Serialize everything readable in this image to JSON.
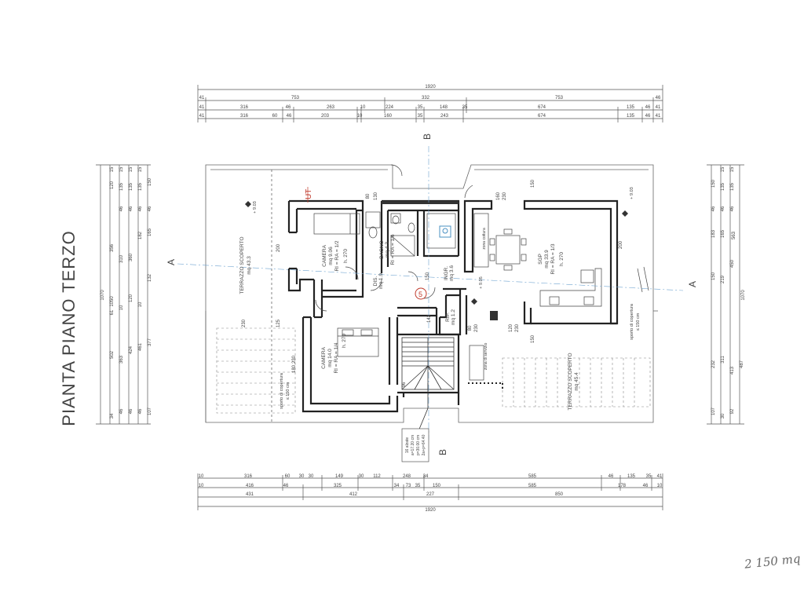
{
  "title": "PIANTA PIANO TERZO",
  "handwritten_note": "2 150 mq",
  "section_labels": {
    "a_left": "A",
    "a_right": "A",
    "b_top": "B",
    "b_bottom": "B"
  },
  "rooms": {
    "terrazzo_left": {
      "name": "TERRAZZO SCOPERTO",
      "area": "mq 43.3"
    },
    "camera_1": {
      "name": "CAMERA",
      "area": "mq 9.06",
      "ri": "RI = RA = 1/2",
      "h": "h. 270"
    },
    "bagno": {
      "name": "BAGNO",
      "area": "mq 4.3",
      "ri": "RI = RA = 1/6"
    },
    "dis": {
      "name": "DIS.",
      "area": "mq 1.9"
    },
    "ingr": {
      "name": "INGR.",
      "area": "mq 3.6"
    },
    "rip": {
      "name": "RIP.",
      "area": "mq 1.2"
    },
    "camera_2": {
      "name": "CAMERA",
      "area": "mq 14.0",
      "ri": "RI = RA = 1/4",
      "h": "h. 270"
    },
    "sgp": {
      "name": "SGP",
      "area": "mq 33.9",
      "ri": "RI = RA = 1/3",
      "h": "h. 270"
    },
    "terrazzo_right": {
      "name": "TERRAZZO SCOPERTO",
      "area": "mq 45.4"
    },
    "zona_cottura": "zona cottura",
    "zona_pranzo": "zona di servizio"
  },
  "annotations": {
    "sporto_left": "sporto di copertura",
    "sporto_left_val": "≤ 150 cm",
    "sporto_right": "sporto di copertura",
    "sporto_right_val": "≤ 150 cm",
    "level_left": "+ 9.03",
    "level_right": "+ 9.03",
    "level_center": "+ 9.05",
    "stair_note_1": "16 alzate",
    "stair_note_2": "a=17.20 cm",
    "stair_note_3": "p=30.00 cm",
    "stair_note_4": "2a+p=64.40",
    "exit_sign": "UT"
  },
  "dimensions": {
    "top": {
      "overall": "1920",
      "row1": [
        "41",
        "753",
        "332",
        "753",
        "46"
      ],
      "row2": [
        "41",
        "316",
        "46",
        "263",
        "10",
        "224",
        "35",
        "148",
        "35",
        "674",
        "135",
        "46",
        "41"
      ],
      "row3": [
        "41",
        "316",
        "60",
        "46",
        "203",
        "10",
        "160",
        "35",
        "243",
        "674",
        "135",
        "46",
        "41"
      ]
    },
    "bottom": {
      "overall": "1920",
      "row1": [
        "431",
        "412",
        "227",
        "850"
      ],
      "row2": [
        "10",
        "416",
        "46",
        "325",
        "34",
        "73",
        "35",
        "150",
        "585",
        "178",
        "46",
        "10"
      ],
      "row3": [
        "10",
        "316",
        "60",
        "30",
        "30",
        "149",
        "30",
        "112",
        "248",
        "34",
        "585",
        "46",
        "135",
        "35",
        "41"
      ]
    },
    "left": {
      "overall": "1070",
      "row1": [
        "34",
        "502",
        "61",
        "1050",
        "356",
        "120",
        "15"
      ],
      "row2": [
        "46",
        "363",
        "10",
        "310",
        "46",
        "135",
        "15"
      ],
      "row3": [
        "46",
        "424",
        "120",
        "360",
        "46",
        "135",
        "15"
      ],
      "row4": [
        "46",
        "461",
        "10",
        "182",
        "46",
        "135",
        "15"
      ],
      "row5": [
        "107",
        "377",
        "132",
        "165",
        "46",
        "150"
      ]
    },
    "right": {
      "overall": "1070",
      "row1": [
        "107",
        "232",
        "150",
        "183",
        "46",
        "150"
      ],
      "row2": [
        "30",
        "311",
        "219",
        "165",
        "46",
        "135",
        "15"
      ],
      "row3": [
        "92",
        "413",
        "450",
        "46",
        "135",
        "15"
      ],
      "row4": [
        "487",
        "563"
      ]
    },
    "interior": [
      "230",
      "200",
      "125",
      "230",
      "180",
      "80",
      "130",
      "150",
      "142",
      "80",
      "230",
      "150",
      "160",
      "230",
      "150",
      "200",
      "120",
      "230",
      "96"
    ]
  }
}
